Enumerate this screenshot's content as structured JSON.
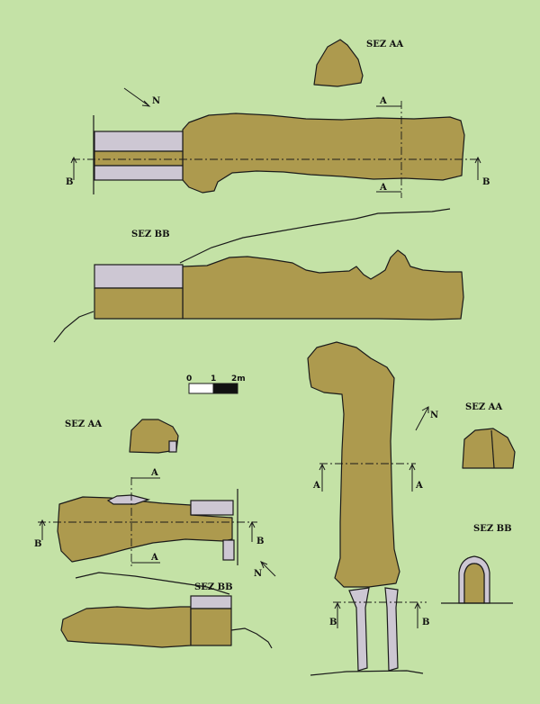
{
  "colors": {
    "background": "#c4e2a6",
    "floor": "#ad9a4e",
    "wall": "#cdc7d3",
    "line": "#1a1a1a"
  },
  "labels": {
    "sez_aa_1": "SEZ AA",
    "sez_bb_1": "SEZ BB",
    "sez_aa_2": "SEZ AA",
    "sez_bb_2": "SEZ BB",
    "sez_aa_3": "SEZ AA",
    "sez_bb_3": "SEZ BB"
  },
  "north": {
    "n1": "N",
    "n2": "N",
    "n3": "N"
  },
  "markers": {
    "a": "A",
    "b": "B"
  },
  "scale": {
    "zero": "0",
    "one": "1",
    "two": "2m"
  }
}
